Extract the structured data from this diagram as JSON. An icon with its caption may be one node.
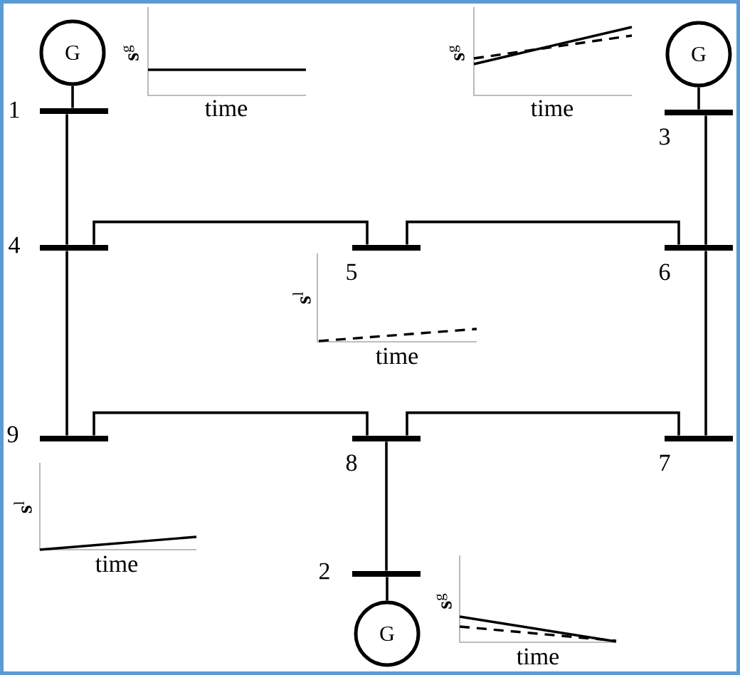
{
  "diagram": {
    "nodes": [
      {
        "text": [
          "G"
        ]
      },
      {
        "text": [],
        "shape": "bar",
        "beside": [
          "1"
        ]
      },
      {
        "text": [
          "G"
        ]
      },
      {
        "text": [],
        "shape": "bar",
        "beside": [
          "3"
        ]
      },
      {
        "text": [],
        "shape": "bar",
        "beside": [
          "4"
        ]
      },
      {
        "text": [],
        "shape": "bar",
        "beside": [
          "5"
        ]
      },
      {
        "text": [],
        "shape": "bar",
        "beside": [
          "6"
        ]
      },
      {
        "text": [],
        "shape": "bar",
        "beside": [
          "9"
        ]
      },
      {
        "text": [],
        "shape": "bar",
        "beside": [
          "8"
        ]
      },
      {
        "text": [],
        "shape": "bar",
        "beside": [
          "7"
        ]
      },
      {
        "text": [],
        "shape": "bar",
        "beside": [
          "2"
        ]
      },
      {
        "text": [
          "G"
        ]
      }
    ],
    "edges": [
      {
        "from": 0,
        "to": 1,
        "arrow": "none"
      },
      {
        "from": 1,
        "to": 4,
        "arrow": "none"
      },
      {
        "from": 4,
        "to": 5,
        "arrow": "none"
      },
      {
        "from": 5,
        "to": 6,
        "arrow": "none"
      },
      {
        "from": 2,
        "to": 3,
        "arrow": "none"
      },
      {
        "from": 3,
        "to": 6,
        "arrow": "none"
      },
      {
        "from": 4,
        "to": 7,
        "arrow": "none"
      },
      {
        "from": 7,
        "to": 8,
        "arrow": "none"
      },
      {
        "from": 8,
        "to": 9,
        "arrow": "none"
      },
      {
        "from": 6,
        "to": 9,
        "arrow": "none"
      },
      {
        "from": 8,
        "to": 10,
        "arrow": "none"
      },
      {
        "from": 10,
        "to": 11,
        "arrow": "none"
      }
    ],
    "labels": [
      "**s**$^{g}$",
      "time",
      "**s**$^{g}$",
      "time",
      "**s**$^{l}$",
      "time",
      "**s**$^{l}$",
      "time",
      "**s**$^{g}$",
      "time"
    ]
  }
}
